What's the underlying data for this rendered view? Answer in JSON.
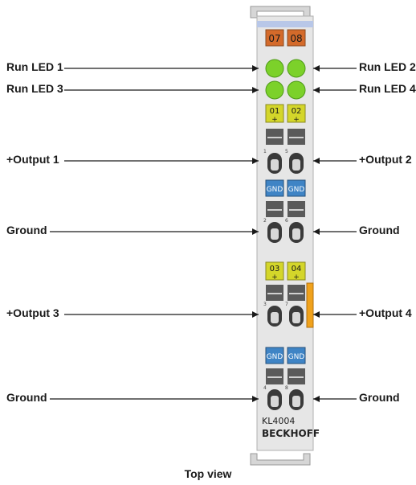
{
  "labels": {
    "run_led_1": "Run LED 1",
    "run_led_2": "Run LED 2",
    "run_led_3": "Run LED 3",
    "run_led_4": "Run LED 4",
    "output_1": "+Output 1",
    "output_2": "+Output 2",
    "output_3": "+Output 3",
    "output_4": "+Output 4",
    "ground_1": "Ground",
    "ground_2": "Ground",
    "ground_3": "Ground",
    "ground_4": "Ground"
  },
  "caption": "Top view",
  "module": {
    "top_tags": [
      "07",
      "08"
    ],
    "output_tags_a": [
      "01",
      "02"
    ],
    "output_tags_b": [
      "03",
      "04"
    ],
    "plus_sign": "+",
    "gnd_tag": "GND",
    "model": "KL4004",
    "brand": "BECKHOFF",
    "terminal_numbers": [
      "1",
      "5",
      "2",
      "6",
      "3",
      "7",
      "4",
      "8"
    ]
  },
  "colors": {
    "led": "#7cd12a",
    "output_tag": "#d4d62a",
    "gnd_tag": "#3f84c5",
    "top_tag": "#d46a2a",
    "housing": "#e4e4e4",
    "side_latch": "#f0a21c"
  }
}
